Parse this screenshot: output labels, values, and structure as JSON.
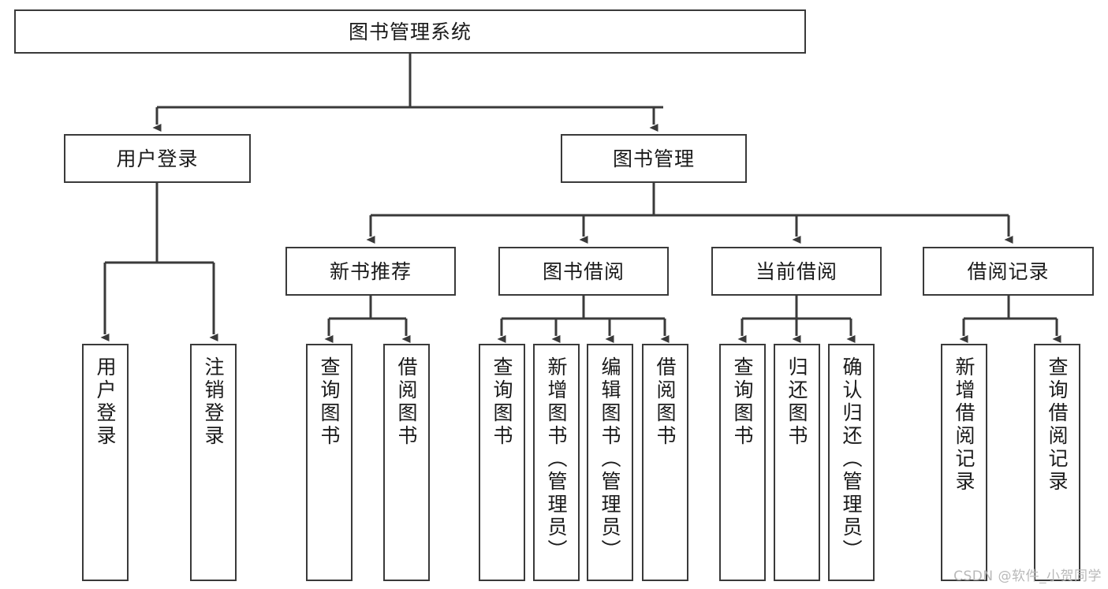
{
  "diagram": {
    "title": "图书管理系统",
    "type": "tree-hierarchy-diagram",
    "root": {
      "id": "root",
      "label": "图书管理系统"
    },
    "level2": [
      {
        "id": "user-login",
        "label": "用户登录"
      },
      {
        "id": "book-manage",
        "label": "图书管理"
      }
    ],
    "level3": [
      {
        "id": "new-book-recommend",
        "label": "新书推荐"
      },
      {
        "id": "book-borrow",
        "label": "图书借阅"
      },
      {
        "id": "current-borrow",
        "label": "当前借阅"
      },
      {
        "id": "borrow-record",
        "label": "借阅记录"
      }
    ],
    "leaves": [
      {
        "id": "leaf-user-login",
        "label": "用户登录",
        "parent": "user-login"
      },
      {
        "id": "leaf-logout-login",
        "label": "注销登录",
        "parent": "user-login"
      },
      {
        "id": "leaf-query-book-1",
        "label": "查询图书",
        "parent": "new-book-recommend"
      },
      {
        "id": "leaf-borrow-book-1",
        "label": "借阅图书",
        "parent": "new-book-recommend"
      },
      {
        "id": "leaf-query-book-2",
        "label": "查询图书",
        "parent": "book-borrow"
      },
      {
        "id": "leaf-add-book",
        "label": "新增图书（管理员）",
        "parent": "book-borrow"
      },
      {
        "id": "leaf-edit-book",
        "label": "编辑图书（管理员）",
        "parent": "book-borrow"
      },
      {
        "id": "leaf-borrow-book-2",
        "label": "借阅图书",
        "parent": "book-borrow"
      },
      {
        "id": "leaf-query-book-3",
        "label": "查询图书",
        "parent": "current-borrow"
      },
      {
        "id": "leaf-return-book",
        "label": "归还图书",
        "parent": "current-borrow"
      },
      {
        "id": "leaf-confirm-return",
        "label": "确认归还（管理员）",
        "parent": "current-borrow"
      },
      {
        "id": "leaf-add-record",
        "label": "新增借阅记录",
        "parent": "borrow-record"
      },
      {
        "id": "leaf-query-record",
        "label": "查询借阅记录",
        "parent": "borrow-record"
      }
    ],
    "colors": {
      "box_border": "#3a3a3a",
      "box_fill": "#ffffff",
      "edge": "#3a3a3a",
      "text": "#1a1a1a",
      "background": "#ffffff",
      "watermark": "#b9b9b9"
    }
  },
  "watermark": {
    "text": "CSDN @软件_小贺同学"
  }
}
